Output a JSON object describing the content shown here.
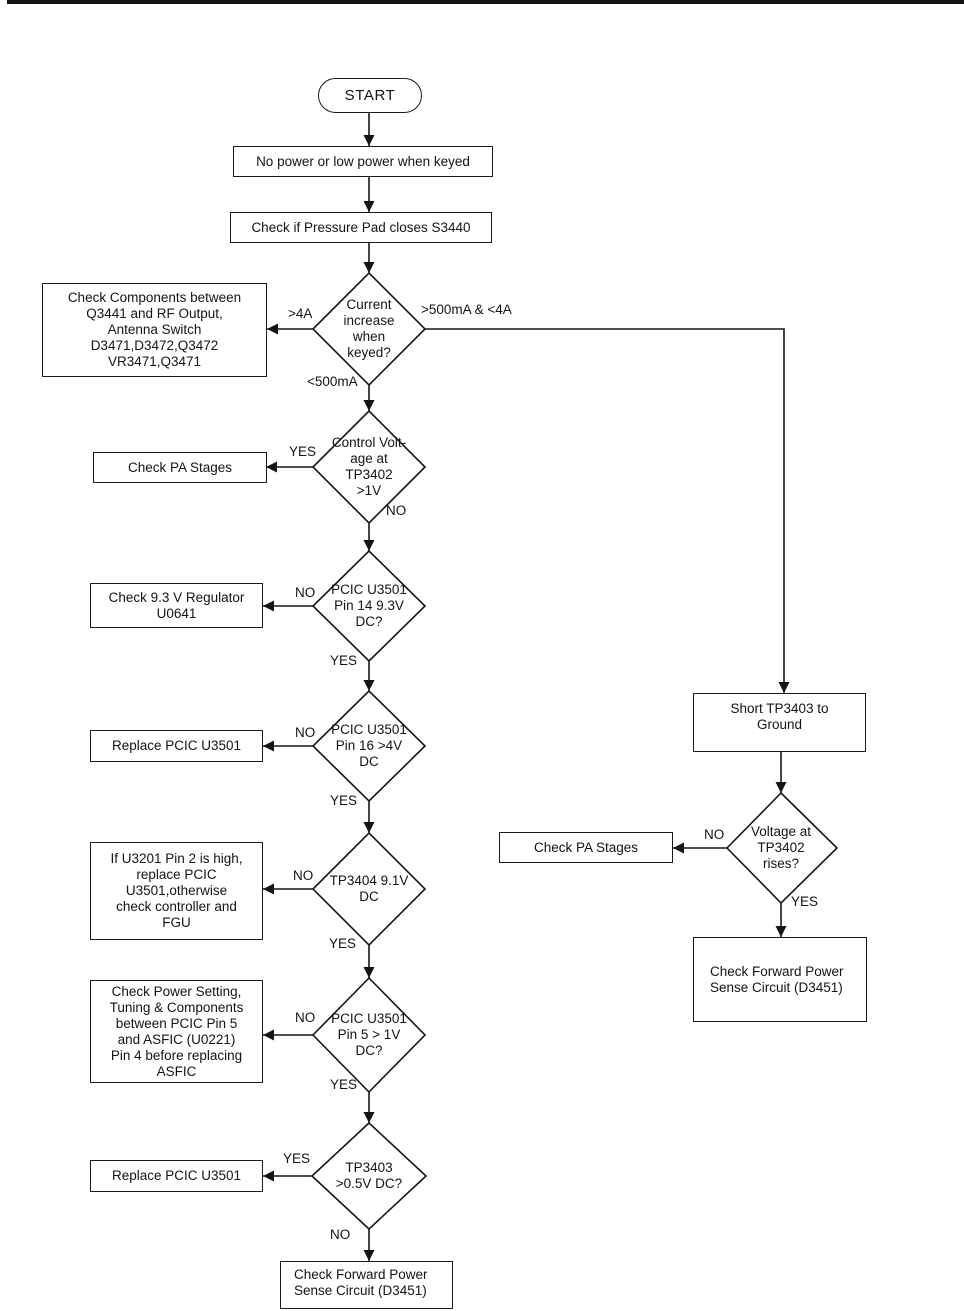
{
  "colors": {
    "ink": "#141414",
    "background": "#ffffff"
  },
  "flowchart": {
    "start": "START",
    "boxes": {
      "no_power": "No power or low power when keyed",
      "pressure_pad": "Check if Pressure Pad closes S3440",
      "check_components": "Check Components between\nQ3441 and RF Output,\nAntenna Switch\nD3471,D3472,Q3472\nVR3471,Q3471",
      "check_pa_stages_left": "Check PA Stages",
      "check_regulator": "Check 9.3 V Regulator\nU0641",
      "replace_pcic_1": "Replace PCIC U3501",
      "if_u3201": "If U3201 Pin 2 is high,\nreplace PCIC\nU3501,otherwise\ncheck controller and\nFGU",
      "check_power_setting": "Check Power Setting,\nTuning & Components\nbetween PCIC Pin 5\nand ASFIC (U0221)\nPin 4 before replacing\nASFIC",
      "replace_pcic_2": "Replace PCIC U3501",
      "check_forward_bottom": "Check Forward Power\nSense Circuit (D3451)",
      "short_tp3403": "Short TP3403 to\nGround",
      "check_pa_stages_right": "Check PA Stages",
      "check_forward_right": "Check Forward Power\nSense Circuit (D3451)"
    },
    "decisions": {
      "current_increase": "Current\nincrease\nwhen\nkeyed?",
      "control_voltage": "Control Volt-\nage at\nTP3402\n>1V",
      "pcic_pin14": "PCIC U3501\nPin 14 9.3V\nDC?",
      "pcic_pin16": "PCIC U3501\nPin 16 >4V\nDC",
      "tp3404": "TP3404 9.1V\nDC",
      "pcic_pin5": "PCIC U3501\nPin 5 > 1V\nDC?",
      "tp3403": "TP3403\n>0.5V DC?",
      "voltage_rises": "Voltage at\nTP3402\nrises?"
    },
    "edge_labels": {
      "gt4a": ">4A",
      "mid_range": ">500mA & <4A",
      "lt500ma": "<500mA",
      "d2_yes": "YES",
      "d2_no": "NO",
      "d3_no": "NO",
      "d3_yes": "YES",
      "d4_no": "NO",
      "d4_yes": "YES",
      "d5_no": "NO",
      "d5_yes": "YES",
      "d6_no": "NO",
      "d6_yes": "YES",
      "d7_yes": "YES",
      "d7_no": "NO",
      "d8_no": "NO",
      "d8_yes": "YES"
    }
  }
}
